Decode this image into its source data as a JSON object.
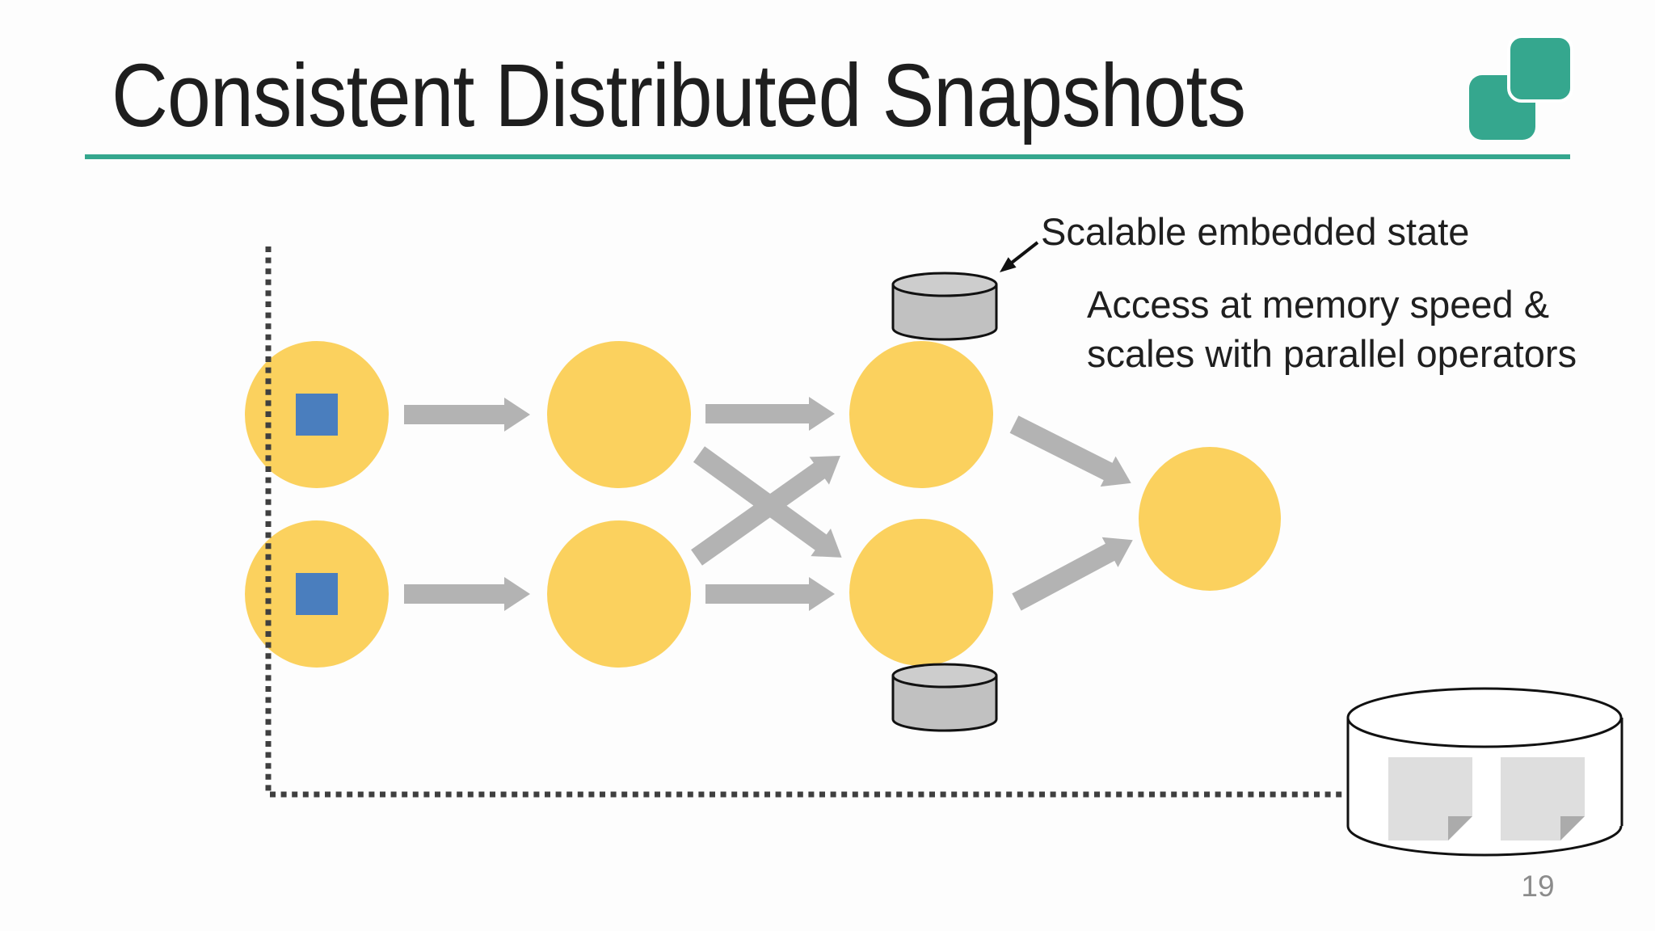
{
  "slide": {
    "title": "Consistent Distributed Snapshots",
    "page_number": "19"
  },
  "annotations": {
    "embedded_state_label": "Scalable embedded state",
    "memory_note_line1": "Access at memory speed &",
    "memory_note_line2": "scales with parallel operators"
  },
  "icons": {
    "logo": "two-overlapping-rounded-squares",
    "state_database": "small-gray-cylinder",
    "snapshot_store": "large-white-cylinder",
    "snapshot_document": "page-with-folded-corner",
    "snapshot_barrier": "dotted-right-angle-line"
  },
  "colors": {
    "accent_teal": "#35A78E",
    "title_text": "#1E1E1E",
    "body_text": "#1F1F1F",
    "node_yellow": "#FBD15E",
    "source_marker_blue": "#4A7EBE",
    "arrow_gray": "#B3B3B3",
    "cylinder_gray": "#C1C1C1",
    "cylinder_top_gray": "#CDCDCD",
    "dotted_line_gray": "#3F3F3F",
    "document_gray": "#DEDEDE",
    "document_fold_gray": "#ABABAB",
    "outline_black": "#111111",
    "page_number_gray": "#8C8C8C"
  }
}
